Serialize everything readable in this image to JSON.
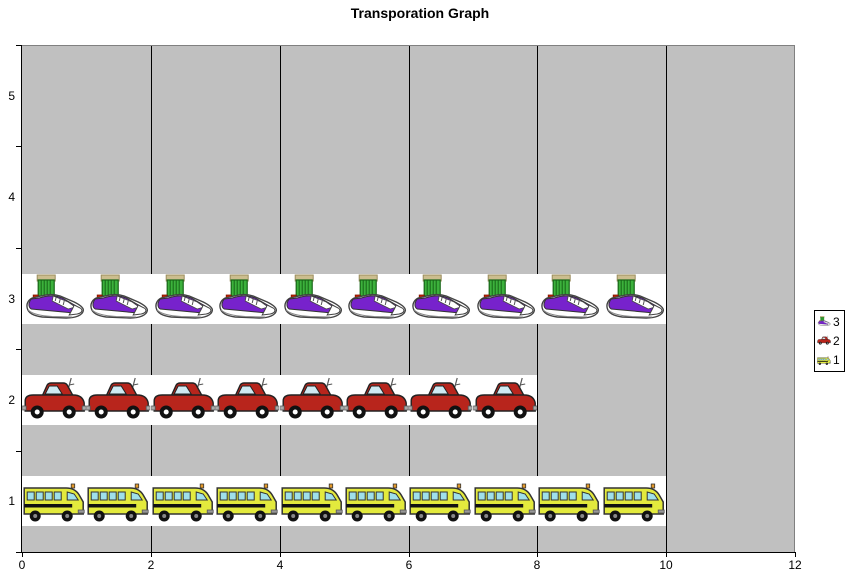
{
  "title": "Transporation Graph",
  "chart_data": {
    "type": "bar",
    "orientation": "horizontal",
    "title": "Transporation Graph",
    "xlabel": "",
    "ylabel": "",
    "xlim": [
      0,
      12
    ],
    "x_ticks": [
      0,
      2,
      4,
      6,
      8,
      10,
      12
    ],
    "y_categories": [
      1,
      2,
      3,
      4,
      5
    ],
    "grid": "vertical-gridlines-only",
    "plot_bg": "#c0c0c0",
    "gridline_color": "#000000",
    "icon_unit": 1,
    "series": [
      {
        "name": "1",
        "icon": "school-bus",
        "value": 10
      },
      {
        "name": "2",
        "icon": "red-car",
        "value": 8
      },
      {
        "name": "3",
        "icon": "sneaker",
        "value": 10
      }
    ],
    "legend": {
      "position": "right",
      "entries": [
        {
          "label": "3",
          "icon": "sneaker"
        },
        {
          "label": "2",
          "icon": "red-car"
        },
        {
          "label": "1",
          "icon": "school-bus"
        }
      ]
    }
  },
  "colors": {
    "bus_body": "#e3ea3d",
    "bus_windows": "#9fe0ea",
    "car_body": "#b8251c",
    "car_window": "#cfeaf2",
    "sock_green": "#3cb13c",
    "shoe_purple": "#7722cc",
    "shoe_sole": "#ffffff",
    "heel_red": "#cc2200"
  }
}
